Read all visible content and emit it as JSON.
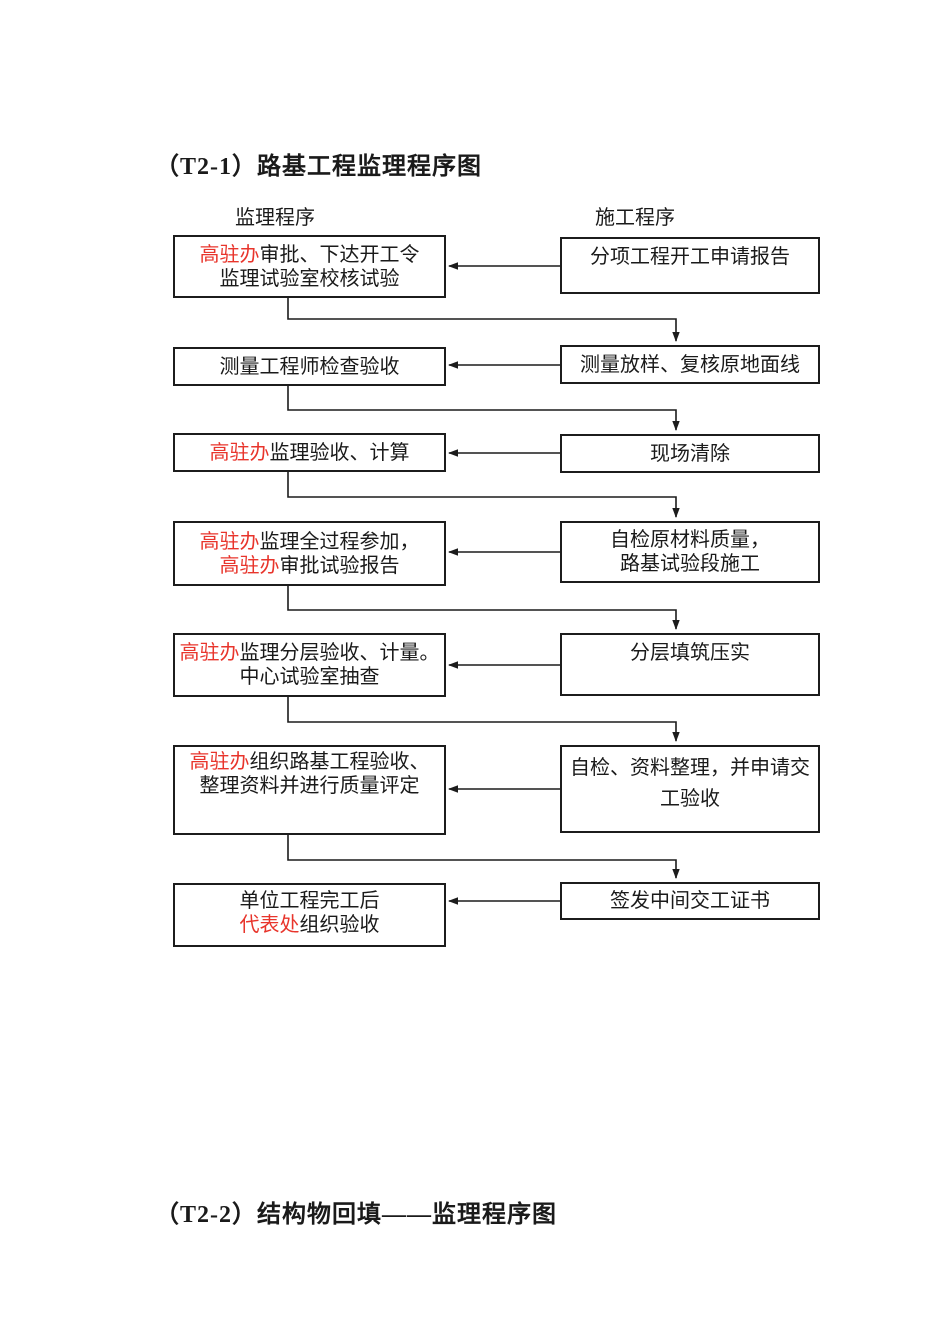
{
  "page": {
    "title1": "（T2-1）路基工程监理程序图",
    "title2": "（T2-2）结构物回填——监理程序图"
  },
  "columns": {
    "supervision_header": "监理程序",
    "construction_header": "施工程序"
  },
  "colors": {
    "accent_red": "#e8352c",
    "line": "#1c1c1c"
  },
  "rows": [
    {
      "left": {
        "lines": [
          {
            "red": "高驻办",
            "text": "审批、下达开工令"
          },
          {
            "red": "",
            "text": "监理试验室校核试验"
          }
        ]
      },
      "right": {
        "lines": [
          {
            "red": "",
            "text": "分项工程开工申请报告"
          }
        ]
      }
    },
    {
      "left": {
        "lines": [
          {
            "red": "",
            "text": "测量工程师检查验收"
          }
        ]
      },
      "right": {
        "lines": [
          {
            "red": "",
            "text": "测量放样、复核原地面线"
          }
        ]
      }
    },
    {
      "left": {
        "lines": [
          {
            "red": "高驻办",
            "text": "监理验收、计算"
          }
        ]
      },
      "right": {
        "lines": [
          {
            "red": "",
            "text": "现场清除"
          }
        ]
      }
    },
    {
      "left": {
        "lines": [
          {
            "red": "高驻办",
            "text": "监理全过程参加，"
          },
          {
            "red": "高驻办",
            "text": "审批试验报告"
          }
        ]
      },
      "right": {
        "lines": [
          {
            "red": "",
            "text": "自检原材料质量，"
          },
          {
            "red": "",
            "text": "路基试验段施工"
          }
        ]
      }
    },
    {
      "left": {
        "lines": [
          {
            "red": "高驻办",
            "text": "监理分层验收、计量。"
          },
          {
            "red": "",
            "text": "中心试验室抽查"
          }
        ]
      },
      "right": {
        "lines": [
          {
            "red": "",
            "text": "分层填筑压实"
          }
        ]
      }
    },
    {
      "left": {
        "lines": [
          {
            "red": "高驻办",
            "text": "组织路基工程验收、"
          },
          {
            "red": "",
            "text": "整理资料并进行质量评定"
          }
        ]
      },
      "right": {
        "lines": [
          {
            "red": "",
            "text": "自检、资料整理，并申请交"
          },
          {
            "red": "",
            "text": "工验收"
          }
        ]
      }
    },
    {
      "left": {
        "lines": [
          {
            "red": "",
            "text": "单位工程完工后"
          },
          {
            "red": "代表处",
            "text": "组织验收"
          }
        ]
      },
      "right": {
        "lines": [
          {
            "red": "",
            "text": "签发中间交工证书"
          }
        ]
      }
    }
  ]
}
